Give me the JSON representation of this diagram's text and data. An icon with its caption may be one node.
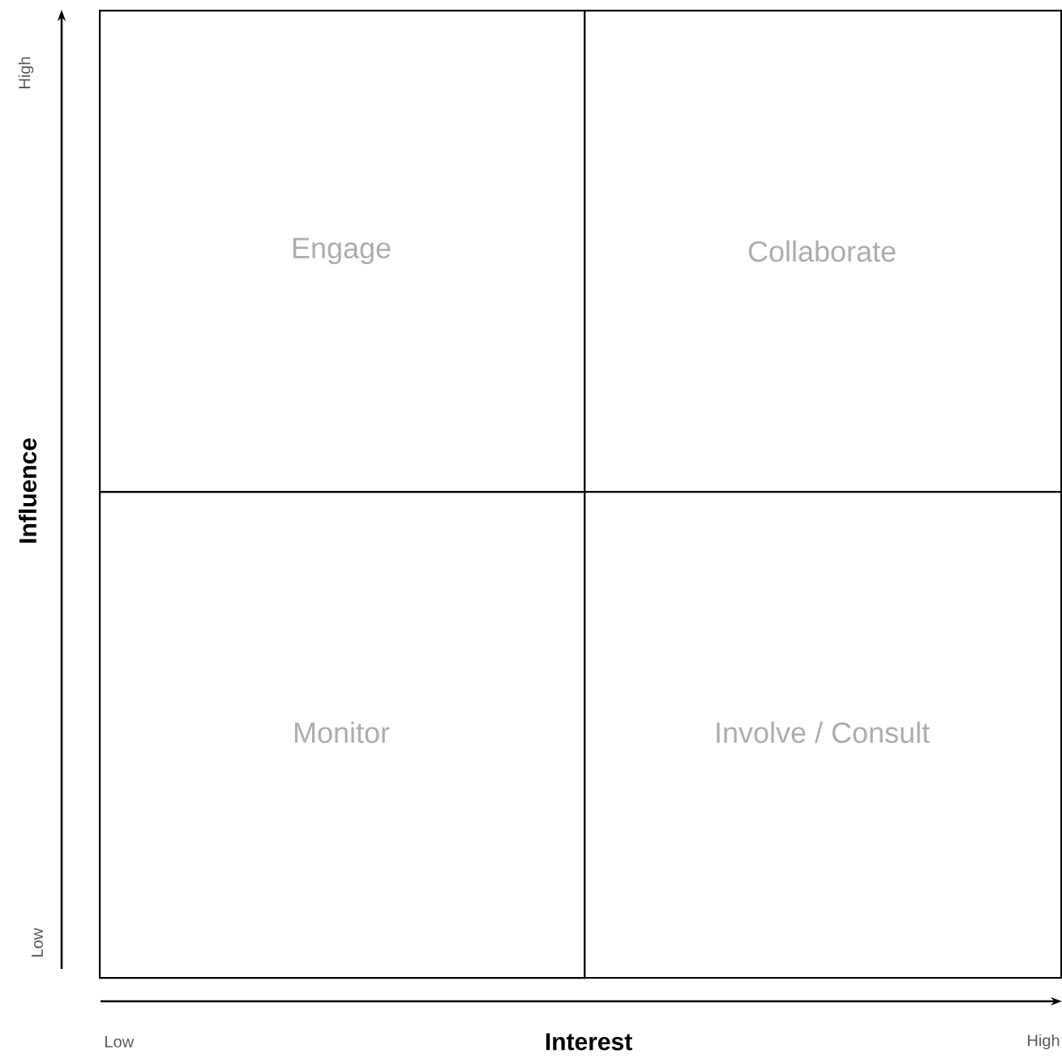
{
  "diagram": {
    "nodes": [
      {
        "text": [
          "Engage"
        ]
      },
      {
        "text": [
          "Collaborate"
        ]
      },
      {
        "text": [
          "Monitor"
        ]
      },
      {
        "text": [
          "Involve / Consult"
        ]
      }
    ],
    "labels": [
      "High",
      "Influence",
      "Low",
      "Low",
      "Interest",
      "High"
    ]
  }
}
